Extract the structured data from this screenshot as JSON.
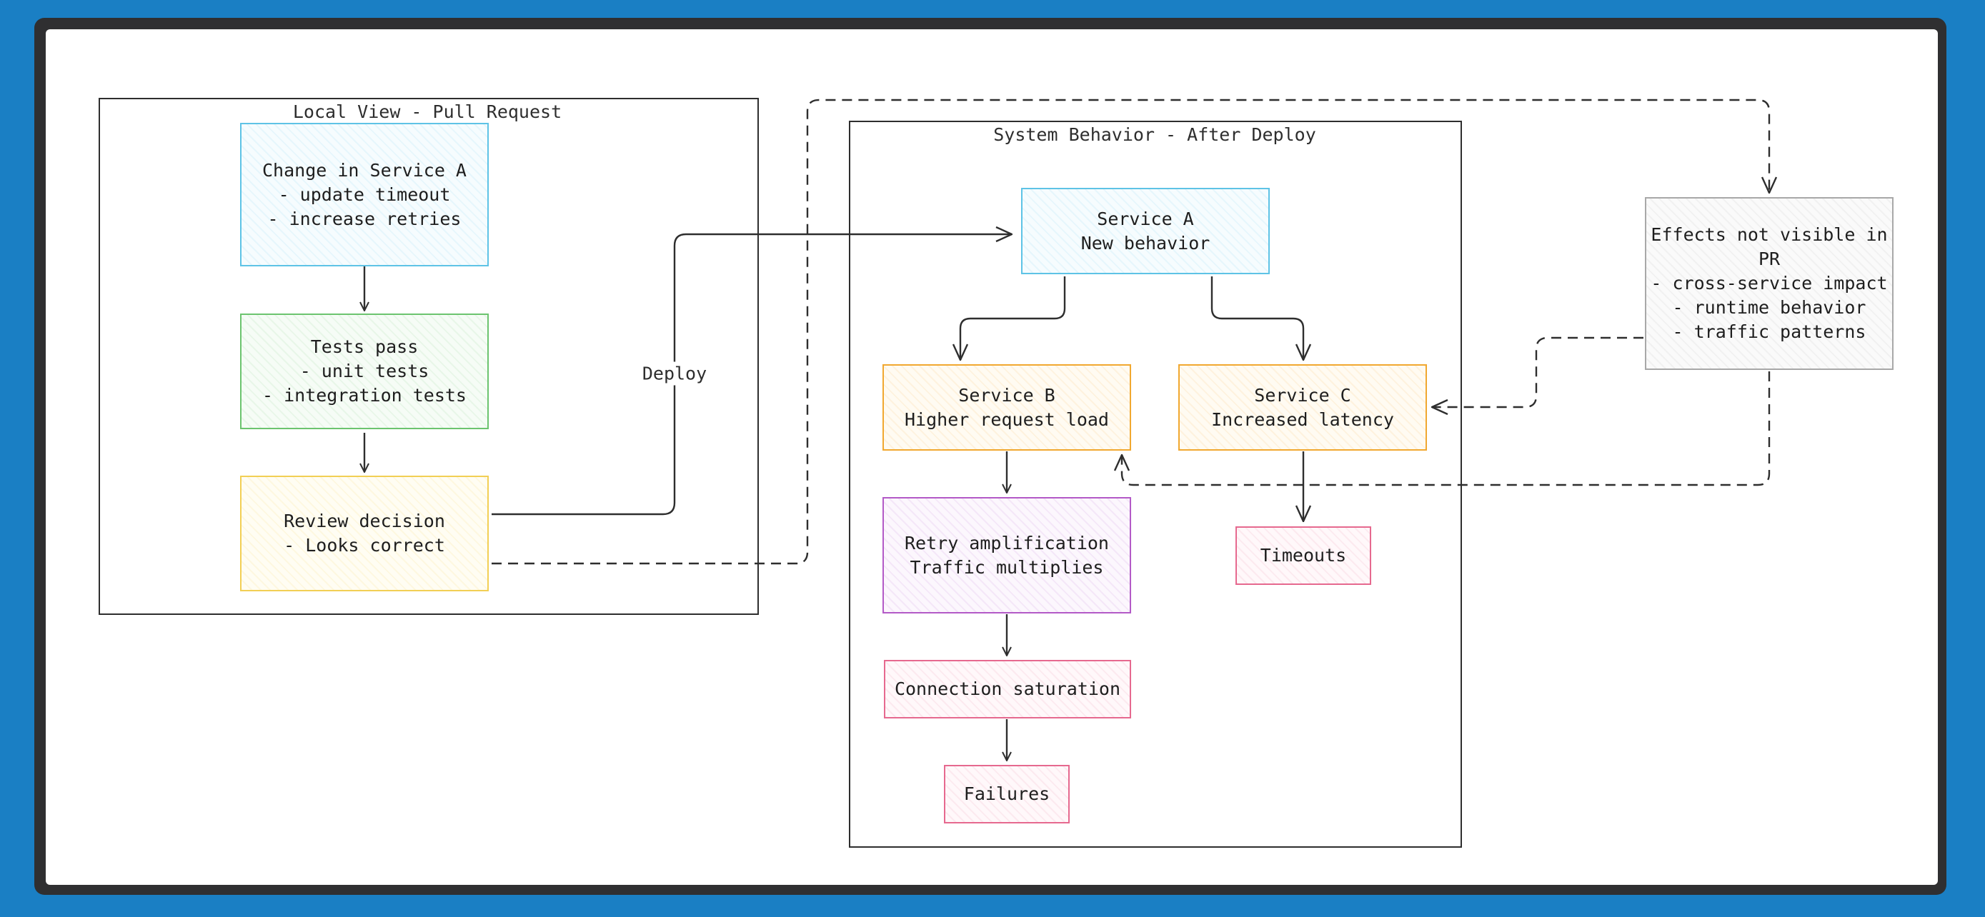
{
  "groups": {
    "local": {
      "label": "Local View - Pull Request"
    },
    "system": {
      "label": "System Behavior - After Deploy"
    }
  },
  "nodes": {
    "change": {
      "lines": [
        "Change in Service A",
        "- update timeout",
        "- increase retries"
      ]
    },
    "tests": {
      "lines": [
        "Tests pass",
        "- unit tests",
        "- integration tests"
      ]
    },
    "review": {
      "lines": [
        "Review decision",
        "- Looks correct"
      ]
    },
    "svc_a": {
      "lines": [
        "Service A",
        "New behavior"
      ]
    },
    "svc_b": {
      "lines": [
        "Service B",
        "Higher request load"
      ]
    },
    "svc_c": {
      "lines": [
        "Service C",
        "Increased latency"
      ]
    },
    "retry": {
      "lines": [
        "Retry amplification",
        "Traffic multiplies"
      ]
    },
    "conn": {
      "lines": [
        "Connection saturation"
      ]
    },
    "failures": {
      "lines": [
        "Failures"
      ]
    },
    "timeouts": {
      "lines": [
        "Timeouts"
      ]
    },
    "effects": {
      "lines": [
        "Effects not visible in",
        "PR",
        "- cross-service impact",
        "- runtime behavior",
        "- traffic patterns"
      ]
    }
  },
  "edges": {
    "deploy_label": "Deploy"
  },
  "colors": {
    "background": "#1a7fc4",
    "blue": "#5ec3e6",
    "green": "#6cc46f",
    "yellow": "#f2cf55",
    "orange": "#f1a830",
    "purple": "#b35ac7",
    "pink": "#e6698f",
    "gray": "#a8a8a8",
    "stroke": "#2e2e2e"
  }
}
